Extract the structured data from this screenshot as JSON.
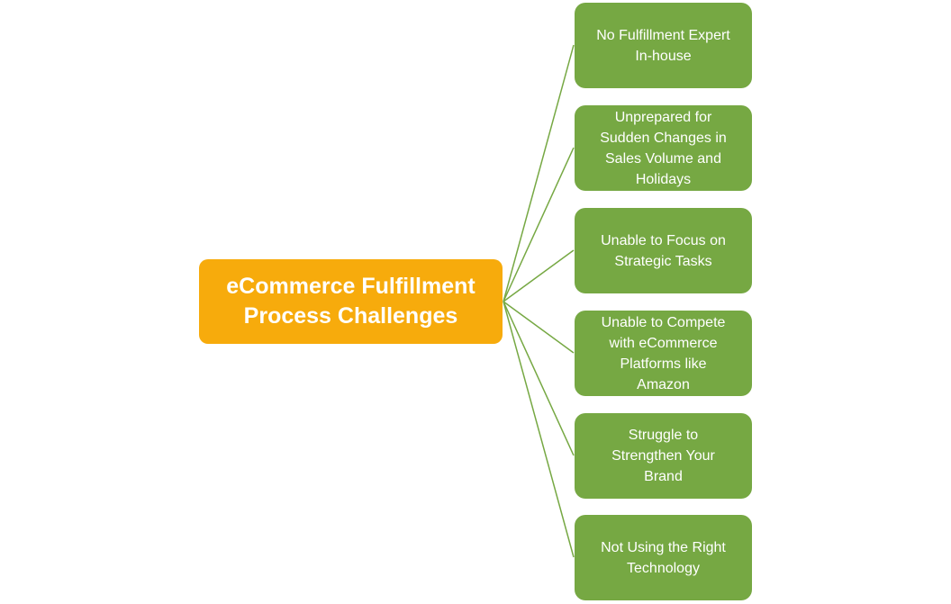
{
  "diagram": {
    "type": "fan-hierarchy",
    "background_color": "#FFFFFF",
    "connector_color": "#76A843",
    "root": {
      "label": "eCommerce Fulfillment\nProcess Challenges",
      "fill": "#F7AB0C",
      "text_color": "#FFFFFF"
    },
    "node_style": {
      "fill": "#76A843",
      "text_color": "#FFFFFF"
    },
    "nodes": [
      {
        "label": "No Fulfillment Expert\nIn-house"
      },
      {
        "label": "Unprepared for\nSudden Changes in\nSales Volume and\nHolidays"
      },
      {
        "label": "Unable to Focus on\nStrategic Tasks"
      },
      {
        "label": "Unable to Compete\nwith eCommerce\nPlatforms like\nAmazon"
      },
      {
        "label": "Struggle to\nStrengthen Your\nBrand"
      },
      {
        "label": "Not Using the Right\nTechnology"
      }
    ]
  }
}
